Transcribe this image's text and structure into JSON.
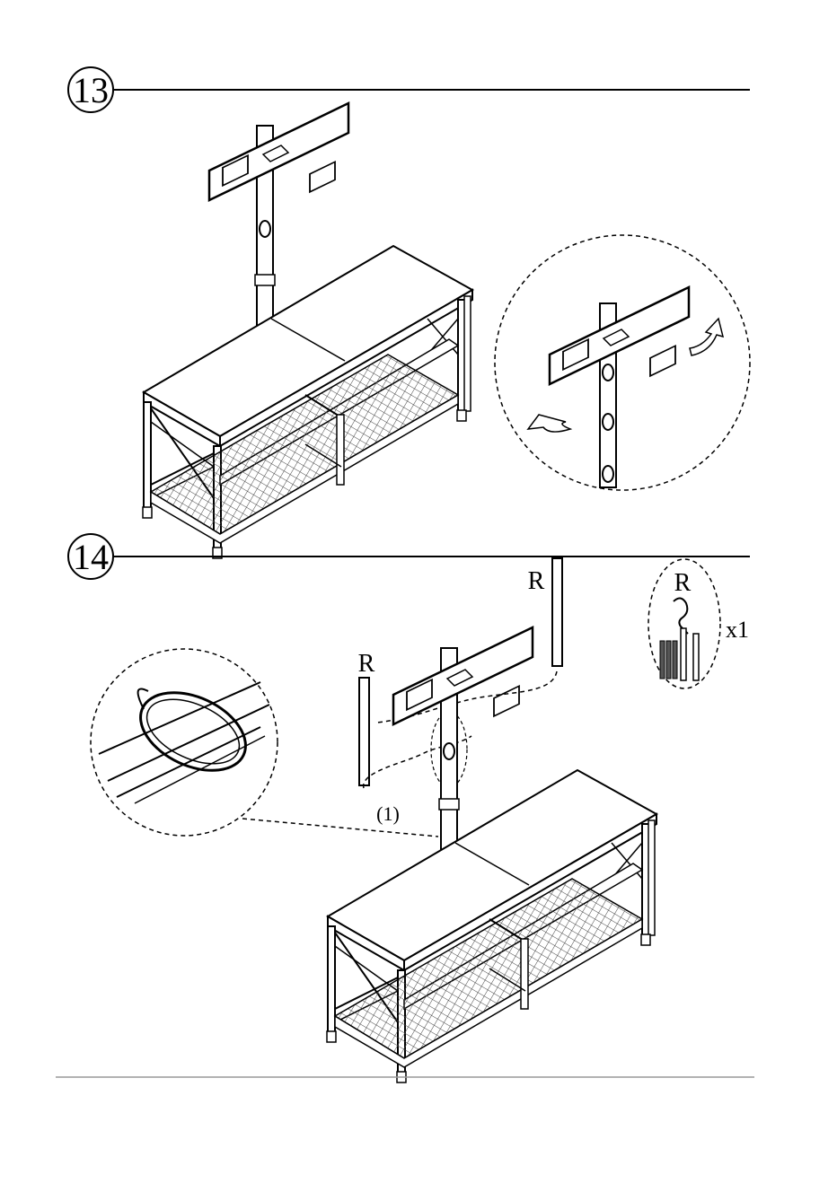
{
  "steps": [
    {
      "number": "13"
    },
    {
      "number": "14"
    }
  ],
  "step14": {
    "part_label_left": "R",
    "part_label_right": "R",
    "hardware_label": "R",
    "hardware_qty": "x1",
    "cable_step": "(1)"
  },
  "colors": {
    "line": "#000000",
    "mesh": "#444444",
    "background": "#ffffff"
  },
  "icons": [
    "rotate-arrow-left-icon",
    "rotate-arrow-right-icon"
  ]
}
